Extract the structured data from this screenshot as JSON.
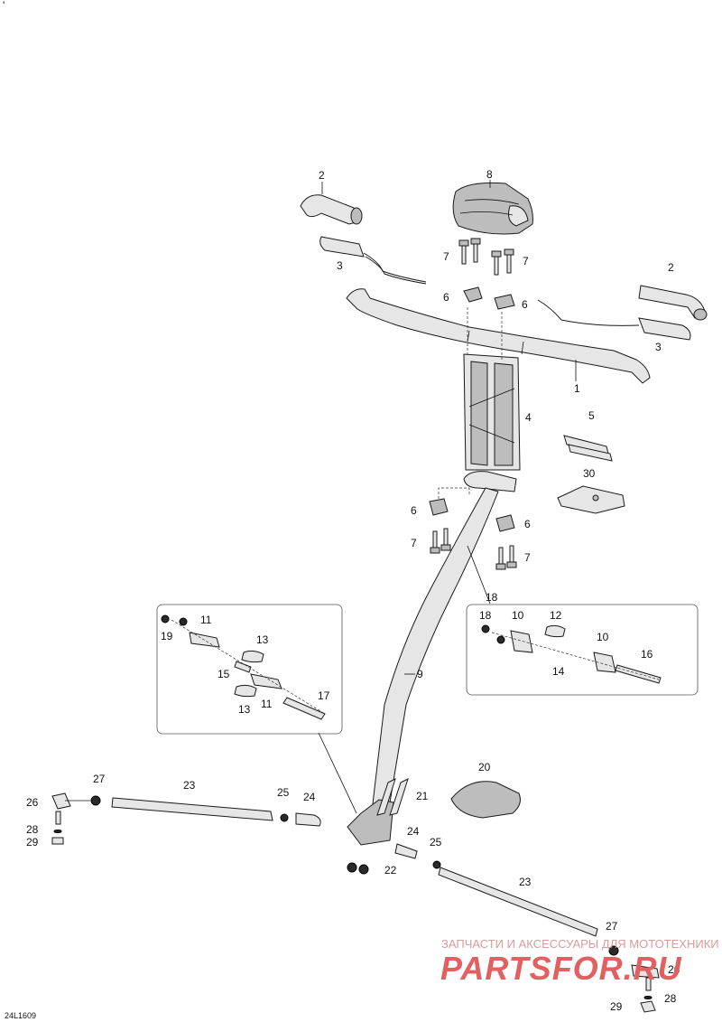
{
  "diagram_code": "24L1609",
  "corner_mark": "'",
  "callouts": {
    "c1": "1",
    "c2a": "2",
    "c2b": "2",
    "c3a": "3",
    "c3b": "3",
    "c4": "4",
    "c5": "5",
    "c6a": "6",
    "c6b": "6",
    "c6c": "6",
    "c6d": "6",
    "c7a": "7",
    "c7b": "7",
    "c7c": "7",
    "c7d": "7",
    "c8": "8",
    "c9": "9",
    "c10a": "10",
    "c10b": "10",
    "c11a": "11",
    "c11b": "11",
    "c12": "12",
    "c13a": "13",
    "c13b": "13",
    "c14": "14",
    "c15": "15",
    "c16": "16",
    "c17": "17",
    "c18a": "18",
    "c18b": "18",
    "c19": "19",
    "c20": "20",
    "c21": "21",
    "c22": "22",
    "c23a": "23",
    "c23b": "23",
    "c24a": "24",
    "c24b": "24",
    "c25a": "25",
    "c25b": "25",
    "c26a": "26",
    "c26b": "26",
    "c27a": "27",
    "c27b": "27",
    "c28a": "28",
    "c28b": "28",
    "c29a": "29",
    "c29b": "29",
    "c30": "30"
  },
  "watermark": {
    "top_line": "ЗАПЧАСТИ И АКСЕССУАРЫ ДЛЯ МОТОТЕХНИКИ",
    "brand": "PARTSFOR.RU"
  }
}
